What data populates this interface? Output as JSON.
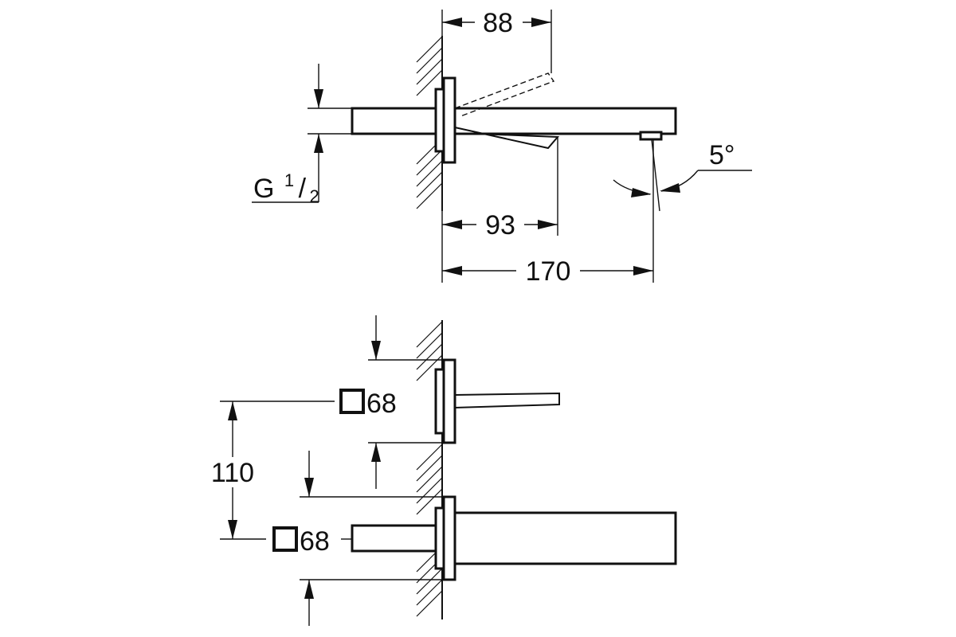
{
  "side_view": {
    "dim_projection_top": "88",
    "dim_outlet": "93",
    "dim_total": "170",
    "angle": "5°",
    "thread": {
      "letter": "G",
      "num": "1",
      "den": "2"
    }
  },
  "front_view": {
    "dim_spacing": "110",
    "plate_upper": "68",
    "plate_lower": "68"
  }
}
